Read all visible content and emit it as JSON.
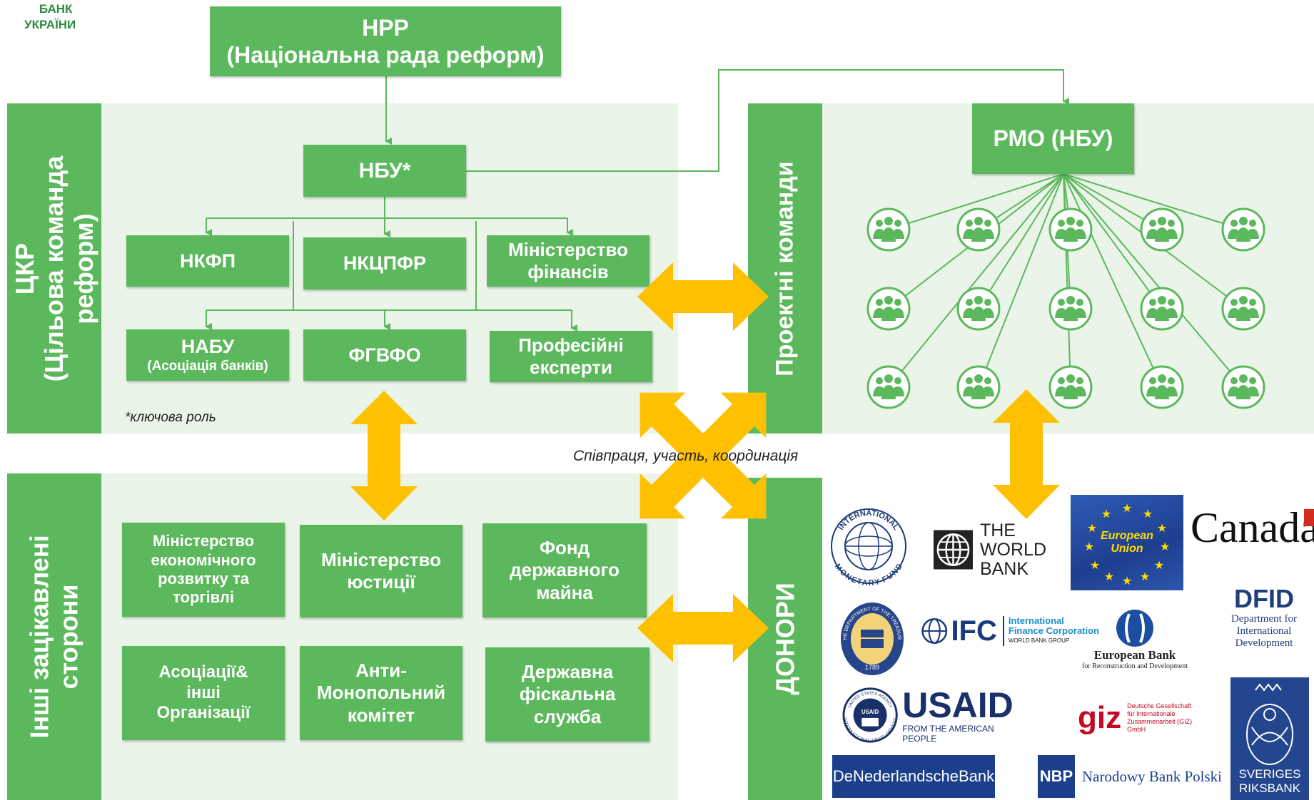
{
  "bank": {
    "line1": "БАНК",
    "line2": "УКРАЇНИ"
  },
  "top": {
    "title": "НРР",
    "subtitle": "(Національна рада реформ)"
  },
  "left_panel": {
    "label_line1": "ЦКР",
    "label_line2": "(Цільова команда",
    "label_line3": "реформ)",
    "nbu": "НБУ*",
    "row1": [
      {
        "line1": "НКФП",
        "line2": ""
      },
      {
        "line1": "НКЦПФР",
        "line2": ""
      },
      {
        "line1": "Міністерство",
        "line2": "фінансів"
      }
    ],
    "row2": [
      {
        "line1": "НАБУ",
        "line2": "(Асоціація банків)"
      },
      {
        "line1": "ФГВФО",
        "line2": ""
      },
      {
        "line1": "Професійні",
        "line2": "експерти"
      }
    ],
    "note": "*ключова роль"
  },
  "right_panel": {
    "label": "Проектні команди",
    "pmo": "РМО (НБУ)",
    "team_icon": "team-group-icon"
  },
  "center_label": "Співпраця, участь, координація",
  "stakeholders": {
    "label_line1": "Інші зацікавлені",
    "label_line2": "сторони",
    "boxes": [
      {
        "lines": [
          "Міністерство",
          "економічного",
          "розвитку та",
          "торгівлі"
        ]
      },
      {
        "lines": [
          "Міністерство",
          "юстиції"
        ]
      },
      {
        "lines": [
          "Фонд",
          "державного",
          "майна"
        ]
      },
      {
        "lines": [
          "Асоціації&",
          "інші",
          "Організації"
        ]
      },
      {
        "lines": [
          "Анти-",
          "Монопольний",
          "комітет"
        ]
      },
      {
        "lines": [
          "Державна",
          "фіскальна",
          "служба"
        ]
      }
    ]
  },
  "donors": {
    "label": "ДОНОРИ",
    "imf": {
      "top": "INTERNATIONAL",
      "bottom": "MONETARY FUND"
    },
    "world_bank": [
      "THE",
      "WORLD",
      "BANK"
    ],
    "eu": [
      "European",
      "Union"
    ],
    "canada": "Canada",
    "dfid": [
      "DFID",
      "Department for",
      "International",
      "Development"
    ],
    "treasury": {
      "ring": "THE DEPARTMENT OF THE TREASURY",
      "year": "1789"
    },
    "ifc": {
      "mark": "IFC",
      "line1": "International",
      "line2": "Finance Corporation",
      "line3": "WORLD BANK GROUP"
    },
    "ebrd": {
      "line1": "European Bank",
      "line2": "for Reconstruction and Development"
    },
    "usaid": {
      "mark": "USAID",
      "tagline": "FROM THE AMERICAN PEOPLE",
      "seal_top": "UNITED STATES AGENCY",
      "seal_mid": "USAID",
      "seal_bottom": "INTERNATIONAL DEVELOPMENT"
    },
    "giz": {
      "mark": "giz",
      "line1": "Deutsche Gesellschaft",
      "line2": "für Internationale",
      "line3": "Zusammenarbeit (GIZ) GmbH"
    },
    "dnb": {
      "part1": "De",
      "part2": "Nederlandsche",
      "part3": "Bank"
    },
    "nbp": {
      "mark": "NBP",
      "name": "Narodowy Bank Polski"
    },
    "riksbank": [
      "SVERIGES",
      "RIKSBANK"
    ]
  },
  "colors": {
    "green": "#5cb85c",
    "panel": "#eaf4e8",
    "arrow": "#ffc000",
    "bank_text": "#2e8b3e"
  }
}
